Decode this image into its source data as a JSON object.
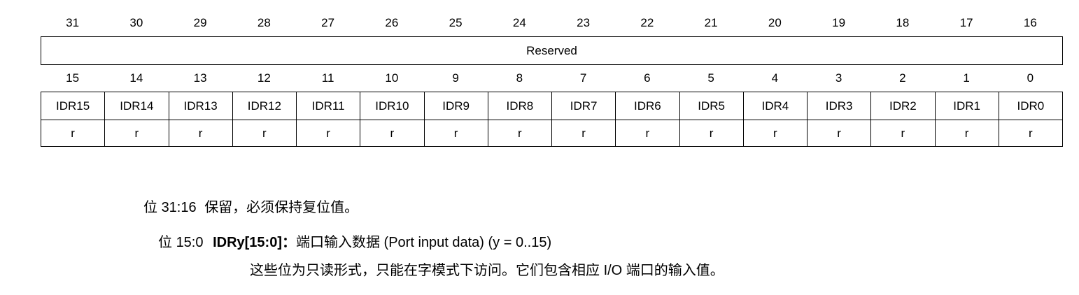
{
  "register": {
    "upper_bits": [
      "31",
      "30",
      "29",
      "28",
      "27",
      "26",
      "25",
      "24",
      "23",
      "22",
      "21",
      "20",
      "19",
      "18",
      "17",
      "16"
    ],
    "reserved_label": "Reserved",
    "lower_bits": [
      "15",
      "14",
      "13",
      "12",
      "11",
      "10",
      "9",
      "8",
      "7",
      "6",
      "5",
      "4",
      "3",
      "2",
      "1",
      "0"
    ],
    "fields": [
      "IDR15",
      "IDR14",
      "IDR13",
      "IDR12",
      "IDR11",
      "IDR10",
      "IDR9",
      "IDR8",
      "IDR7",
      "IDR6",
      "IDR5",
      "IDR4",
      "IDR3",
      "IDR2",
      "IDR1",
      "IDR0"
    ],
    "access": [
      "r",
      "r",
      "r",
      "r",
      "r",
      "r",
      "r",
      "r",
      "r",
      "r",
      "r",
      "r",
      "r",
      "r",
      "r",
      "r"
    ]
  },
  "descriptions": {
    "bits_31_16": {
      "prefix": "位",
      "range": "31:16",
      "text": "保留，必须保持复位值。"
    },
    "bits_15_0": {
      "prefix": "位",
      "range": "15:0",
      "field": "IDRy[15:0]",
      "colon": "：",
      "title_cn": "端口输入数据",
      "title_en": "(Port input data) (y = 0..15)",
      "detail_a": "这些位为只读形式，只能在字模式下访问。它们包含相应",
      "detail_io": "I/O",
      "detail_b": "端口的输入值。"
    }
  }
}
